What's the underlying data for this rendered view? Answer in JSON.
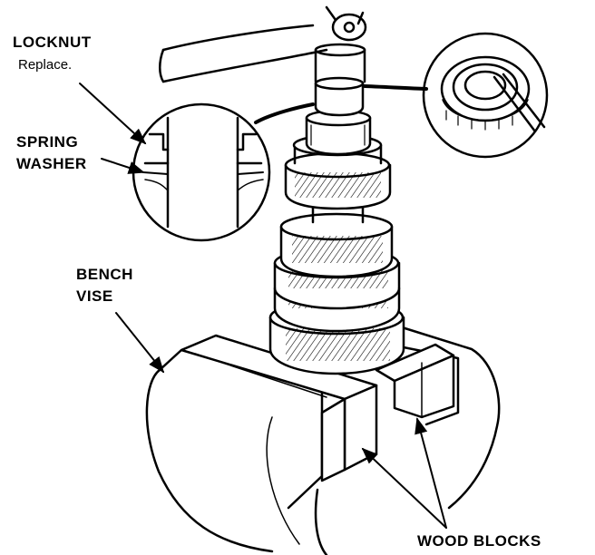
{
  "labels": {
    "locknut": "LOCKNUT",
    "locknut_note": "Replace.",
    "spring": "SPRING",
    "washer": "WASHER",
    "bench": "BENCH",
    "vise": "VISE",
    "wood_blocks": "WOOD BLOCKS"
  },
  "colors": {
    "ink": "#000000",
    "paper": "#ffffff"
  }
}
